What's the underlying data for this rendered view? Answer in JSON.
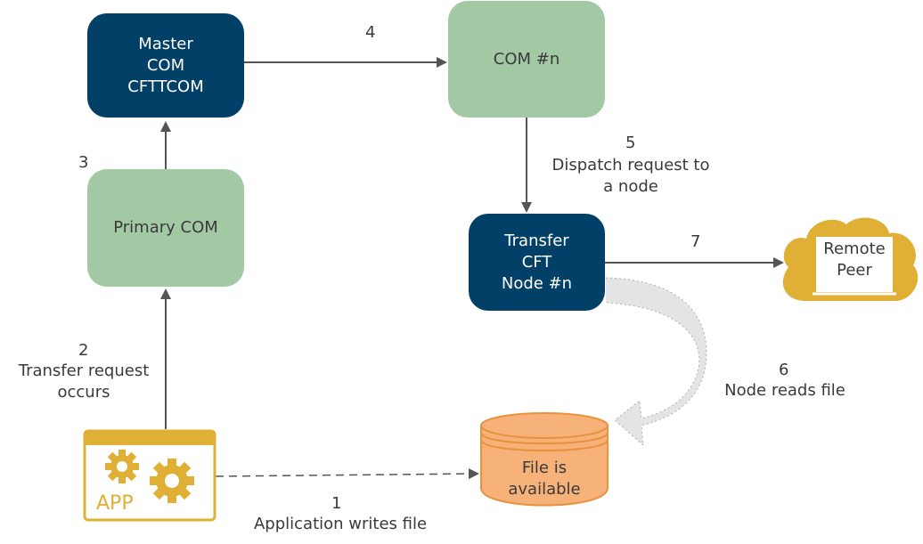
{
  "nodes": {
    "master_com": "Master\nCOM\nCFTTCOM",
    "com_n": "COM #n",
    "primary_com": "Primary COM",
    "transfer_node": "Transfer\nCFT\nNode #n",
    "remote_peer": "Remote\nPeer",
    "file": "File is\navailable",
    "app": "APP"
  },
  "steps": {
    "s1_num": "1",
    "s1_text": "Application writes file",
    "s2_num": "2",
    "s2_text": "Transfer request\noccurs",
    "s3_num": "3",
    "s4_num": "4",
    "s5_num": "5",
    "s5_text": "Dispatch request to\na node",
    "s6_num": "6",
    "s6_text": "Node reads file",
    "s7_num": "7"
  },
  "colors": {
    "dark_blue": "#034067",
    "green": "#a2c9a4",
    "gold": "#e0b036",
    "orange": "#f7b27a",
    "arrow": "#555555"
  }
}
